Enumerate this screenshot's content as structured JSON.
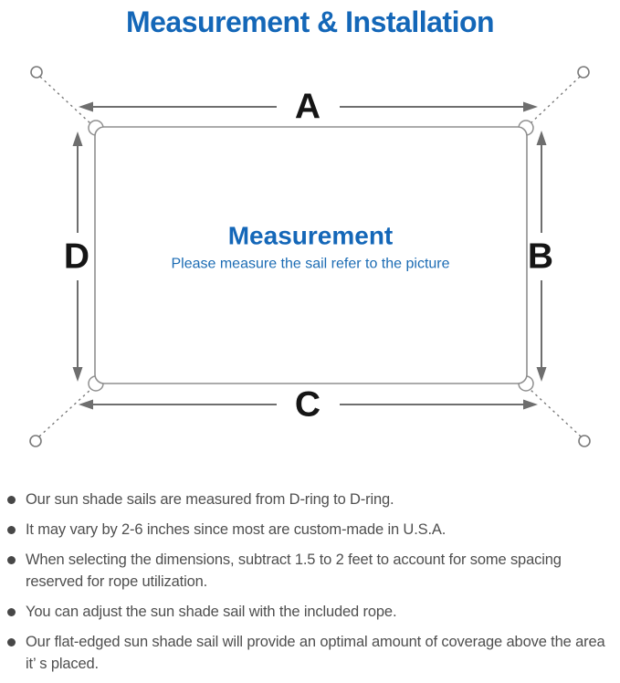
{
  "header": {
    "title": "Measurement & Installation"
  },
  "diagram": {
    "side_labels": {
      "a": "A",
      "b": "B",
      "c": "C",
      "d": "D"
    },
    "center": {
      "title": "Measurement",
      "subtitle": "Please measure the sail refer to the picture"
    }
  },
  "bullets": {
    "items": [
      "Our sun shade sails are measured from D-ring to D-ring.",
      "It may vary by 2-6 inches since most are custom-made in U.S.A.",
      "When selecting the dimensions, subtract 1.5 to 2 feet to account for some spacing reserved for rope utilization.",
      "You can adjust the sun shade sail with the included rope.",
      "Our flat-edged sun shade sail will provide an optimal amount of coverage above the area it’ s placed."
    ]
  },
  "colors": {
    "accent_blue": "#1467b8",
    "subtitle_blue": "#1c6cb4",
    "line_gray": "#8f8f8f",
    "arrow_gray": "#6e6e6e",
    "label_black": "#151515",
    "body_text_gray": "#4f4f4f"
  }
}
